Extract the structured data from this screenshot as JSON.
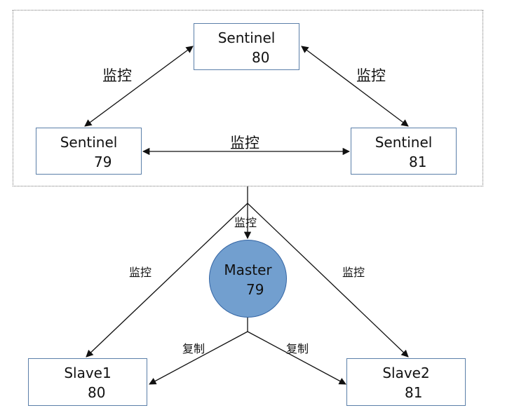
{
  "nodes": {
    "sentinel_top": {
      "name": "Sentinel",
      "port": "80"
    },
    "sentinel_left": {
      "name": "Sentinel",
      "port": "79"
    },
    "sentinel_right": {
      "name": "Sentinel",
      "port": "81"
    },
    "master": {
      "name": "Master",
      "port": "79"
    },
    "slave1": {
      "name": "Slave1",
      "port": "80"
    },
    "slave2": {
      "name": "Slave2",
      "port": "81"
    }
  },
  "labels": {
    "monitor": "监控",
    "replicate": "复制"
  },
  "colors": {
    "master_fill": "#729fcf",
    "box_border": "#5b7fa9",
    "edge": "#111111"
  }
}
